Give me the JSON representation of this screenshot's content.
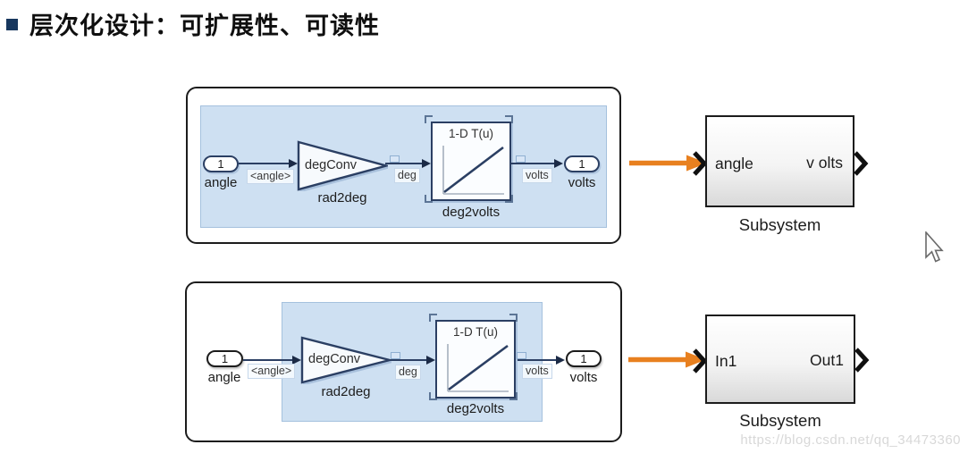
{
  "title": {
    "text": "层次化设计：可扩展性、可读性"
  },
  "colors": {
    "accent_orange": "#e8801f",
    "selection_blue_fill": "#cee0f2",
    "diagram_navy": "#2b3f63",
    "bullet_navy": "#17375e",
    "watermark_gray": "#d8d8d8"
  },
  "diagrams": {
    "top": {
      "inport": {
        "value": "1",
        "label": "angle"
      },
      "signal_name": "<angle>",
      "gain": {
        "value": "degConv",
        "name": "rad2deg"
      },
      "wire_deg_label": "deg",
      "lookup": {
        "title": "1-D T(u)",
        "name": "deg2volts"
      },
      "wire_volts_label": "volts",
      "outport": {
        "value": "1",
        "label": "volts"
      },
      "subsystem": {
        "in_port": "angle",
        "out_port": "v olts",
        "name": "Subsystem"
      }
    },
    "bottom": {
      "inport": {
        "value": "1",
        "label": "angle"
      },
      "signal_name": "<angle>",
      "gain": {
        "value": "degConv",
        "name": "rad2deg"
      },
      "wire_deg_label": "deg",
      "lookup": {
        "title": "1-D T(u)",
        "name": "deg2volts"
      },
      "wire_volts_label": "volts",
      "outport": {
        "value": "1",
        "label": "volts"
      },
      "subsystem": {
        "in_port": "In1",
        "out_port": "Out1",
        "name": "Subsystem"
      }
    }
  },
  "watermark": {
    "text": "https://blog.csdn.net/qq_34473360"
  }
}
